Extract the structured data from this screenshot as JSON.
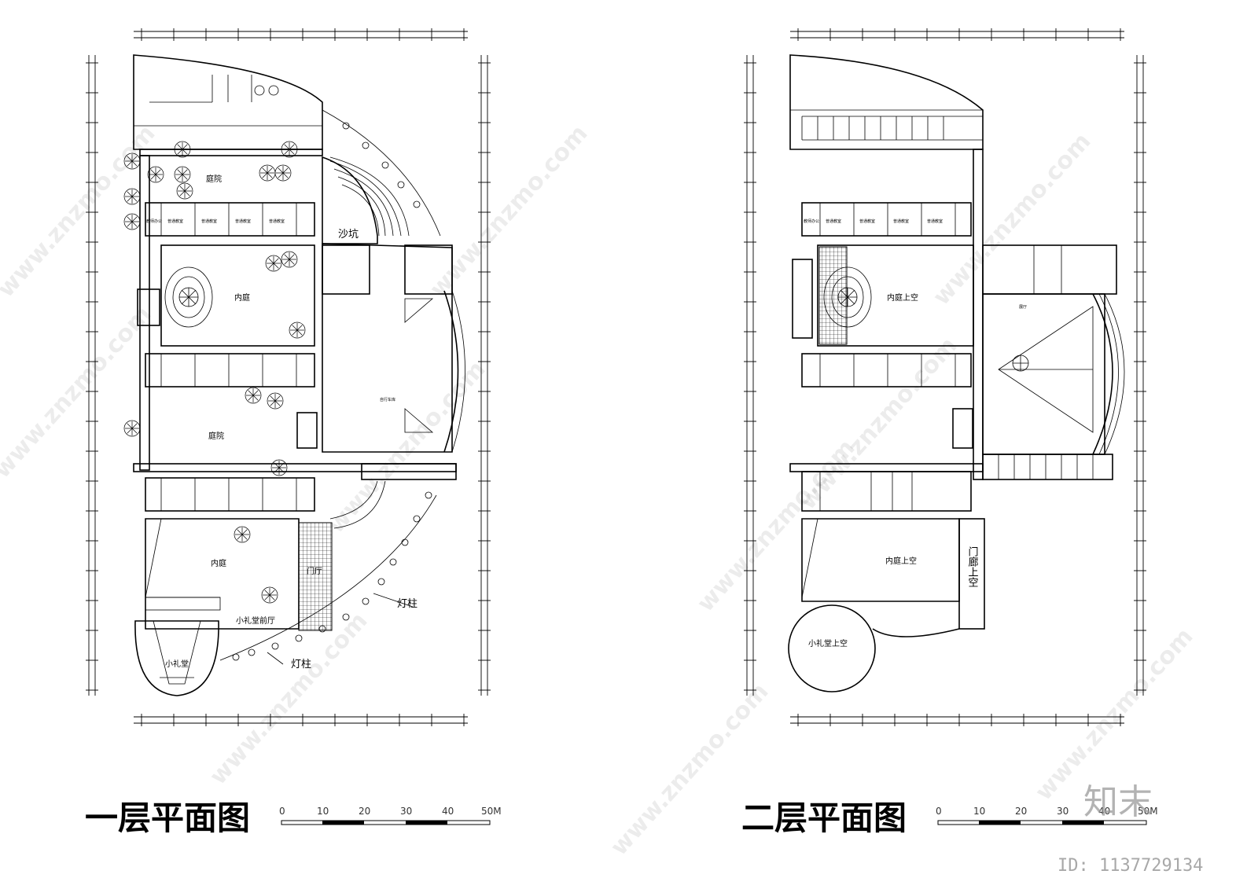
{
  "floor1": {
    "title": "一层平面图",
    "rooms": {
      "courtyard_top": "庭院",
      "inner_court": "内庭",
      "courtyard_mid": "庭院",
      "inner_court_bottom": "内庭",
      "sandpit": "沙坑",
      "auditorium_hall": "小礼堂前厅",
      "auditorium": "小礼堂",
      "gate_hall": "门厅",
      "bike_shed": "自行车库"
    },
    "lamp_label_1": "灯柱",
    "lamp_label_2": "灯柱",
    "classroom_labels": [
      "教师办公",
      "普通教室",
      "普通教室",
      "普通教室",
      "普通教室"
    ]
  },
  "floor2": {
    "title": "二层平面图",
    "rooms": {
      "inner_void": "内庭上空",
      "inner_void_bottom": "内庭上空",
      "porch_void": "门廊上空",
      "auditorium_void": "小礼堂上空",
      "hall": "展厅"
    },
    "classroom_labels": [
      "教师办公",
      "普通教室",
      "普通教室",
      "普通教室",
      "普通教室"
    ]
  },
  "scale_bar": {
    "ticks": [
      "0",
      "10",
      "20",
      "30",
      "40",
      "50M"
    ]
  },
  "watermark": {
    "text": "www.znzmo.com",
    "brand": "知末",
    "id_text": "ID: 1137729134"
  }
}
